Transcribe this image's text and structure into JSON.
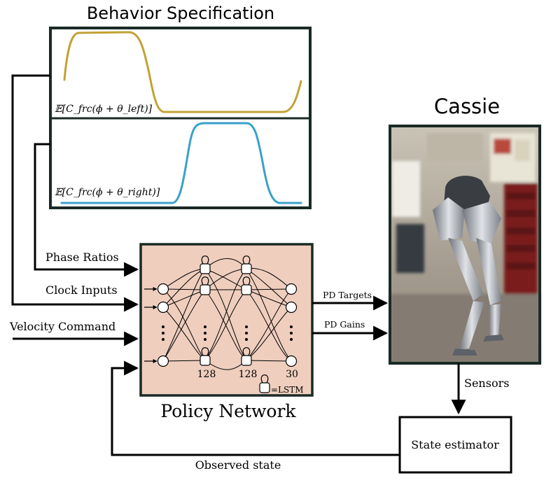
{
  "behavior": {
    "title": "Behavior Specification",
    "left_label": "𝔼[C_frc(ϕ + θ_left)]",
    "right_label": "𝔼[C_frc(ϕ + θ_right)]",
    "left_color": "#c2a234",
    "right_color": "#3a9fcc"
  },
  "robot": {
    "title": "Cassie"
  },
  "inputs": {
    "phase_ratios": "Phase Ratios",
    "clock_inputs": "Clock Inputs",
    "velocity_command": "Velocity Command"
  },
  "network": {
    "title": "Policy Network",
    "bg_color": "#efcebe",
    "hidden1_size": "128",
    "hidden2_size": "128",
    "output_size": "30",
    "lstm_legend": "=LSTM"
  },
  "outputs": {
    "pd_targets": "PD Targets",
    "pd_gains": "PD Gains"
  },
  "sensors": "Sensors",
  "state_estimator": "State estimator",
  "observed_state": "Observed state"
}
